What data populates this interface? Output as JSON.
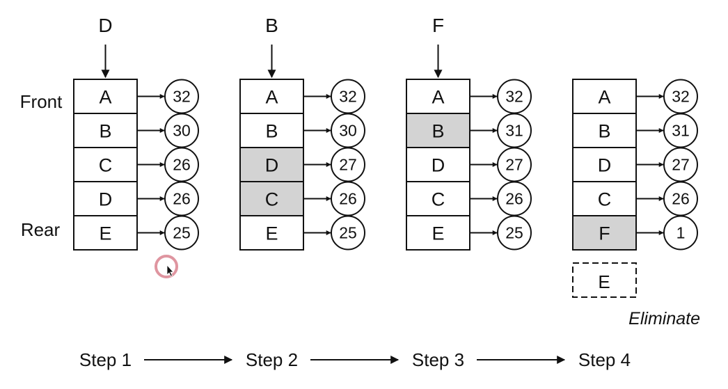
{
  "labels": {
    "front": "Front",
    "rear": "Rear",
    "eliminate": "Eliminate"
  },
  "steps": [
    {
      "label": "Step 1",
      "incoming": "D",
      "rows": [
        {
          "letter": "A",
          "value": "32",
          "highlight": false
        },
        {
          "letter": "B",
          "value": "30",
          "highlight": false
        },
        {
          "letter": "C",
          "value": "26",
          "highlight": false
        },
        {
          "letter": "D",
          "value": "26",
          "highlight": false
        },
        {
          "letter": "E",
          "value": "25",
          "highlight": false
        }
      ],
      "eliminated": ""
    },
    {
      "label": "Step 2",
      "incoming": "B",
      "rows": [
        {
          "letter": "A",
          "value": "32",
          "highlight": false
        },
        {
          "letter": "B",
          "value": "30",
          "highlight": false
        },
        {
          "letter": "D",
          "value": "27",
          "highlight": true
        },
        {
          "letter": "C",
          "value": "26",
          "highlight": true
        },
        {
          "letter": "E",
          "value": "25",
          "highlight": false
        }
      ],
      "eliminated": ""
    },
    {
      "label": "Step 3",
      "incoming": "F",
      "rows": [
        {
          "letter": "A",
          "value": "32",
          "highlight": false
        },
        {
          "letter": "B",
          "value": "31",
          "highlight": true
        },
        {
          "letter": "D",
          "value": "27",
          "highlight": false
        },
        {
          "letter": "C",
          "value": "26",
          "highlight": false
        },
        {
          "letter": "E",
          "value": "25",
          "highlight": false
        }
      ],
      "eliminated": ""
    },
    {
      "label": "Step 4",
      "incoming": "",
      "rows": [
        {
          "letter": "A",
          "value": "32",
          "highlight": false
        },
        {
          "letter": "B",
          "value": "31",
          "highlight": false
        },
        {
          "letter": "D",
          "value": "27",
          "highlight": false
        },
        {
          "letter": "C",
          "value": "26",
          "highlight": false
        },
        {
          "letter": "F",
          "value": "1",
          "highlight": true
        }
      ],
      "eliminated": "E"
    }
  ],
  "colors": {
    "highlight": "#d3d3d3",
    "stroke": "#111111",
    "cursor_ring": "#d9828f"
  }
}
